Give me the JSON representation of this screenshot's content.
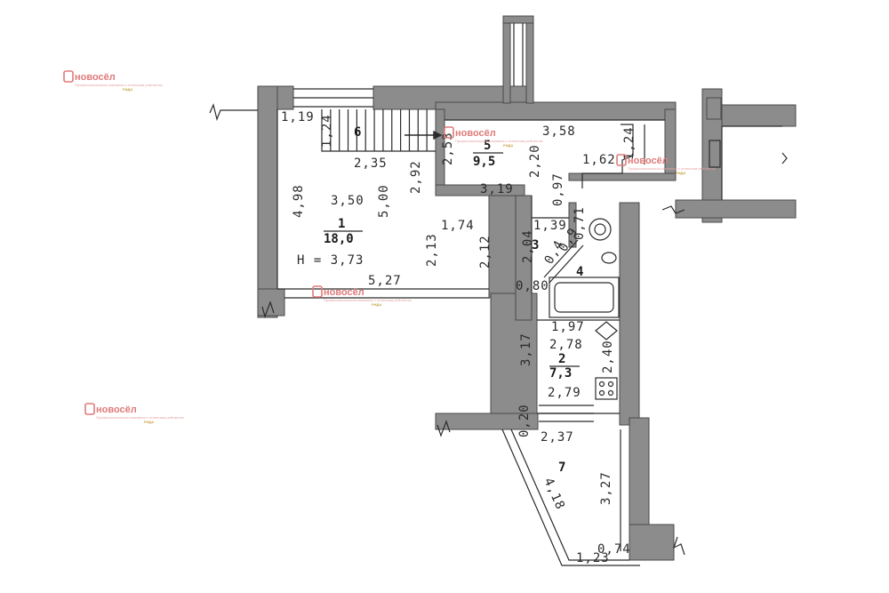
{
  "plan": {
    "colors": {
      "wall": "#8c8c8c",
      "wall_outline": "#4a4a4a",
      "line": "#2b2b2b",
      "paper": "#ffffff",
      "watermark": "#e07a7a",
      "watermark_accent": "#c9a44a"
    },
    "rooms": [
      {
        "number": "1",
        "area": "18,0",
        "height": "H = 3,73"
      },
      {
        "number": "2",
        "area": "7,3"
      },
      {
        "number": "3"
      },
      {
        "number": "4"
      },
      {
        "number": "5",
        "area": "9,5"
      },
      {
        "number": "6"
      },
      {
        "number": "7"
      }
    ],
    "dimensions": [
      "1,19",
      "1,24",
      "2,35",
      "2,92",
      "2,53",
      "3,58",
      "2,20",
      "1,24",
      "1,62",
      "0,97",
      "3,19",
      "4,98",
      "3,50",
      "5,00",
      "1,74",
      "2,13",
      "2,12",
      "1,39",
      "0,71",
      "2,04",
      "0,4",
      "0,9",
      "0,80",
      "5,27",
      "1,97",
      "2,78",
      "2,40",
      "3,17",
      "2,79",
      "0,20",
      "2,37",
      "4,18",
      "3,27",
      "0,74",
      "1,23"
    ]
  },
  "watermark": {
    "brand": "новосёл",
    "tagline": "Профессиональная компания с отличным рейтингом",
    "badge": "РИДА"
  }
}
